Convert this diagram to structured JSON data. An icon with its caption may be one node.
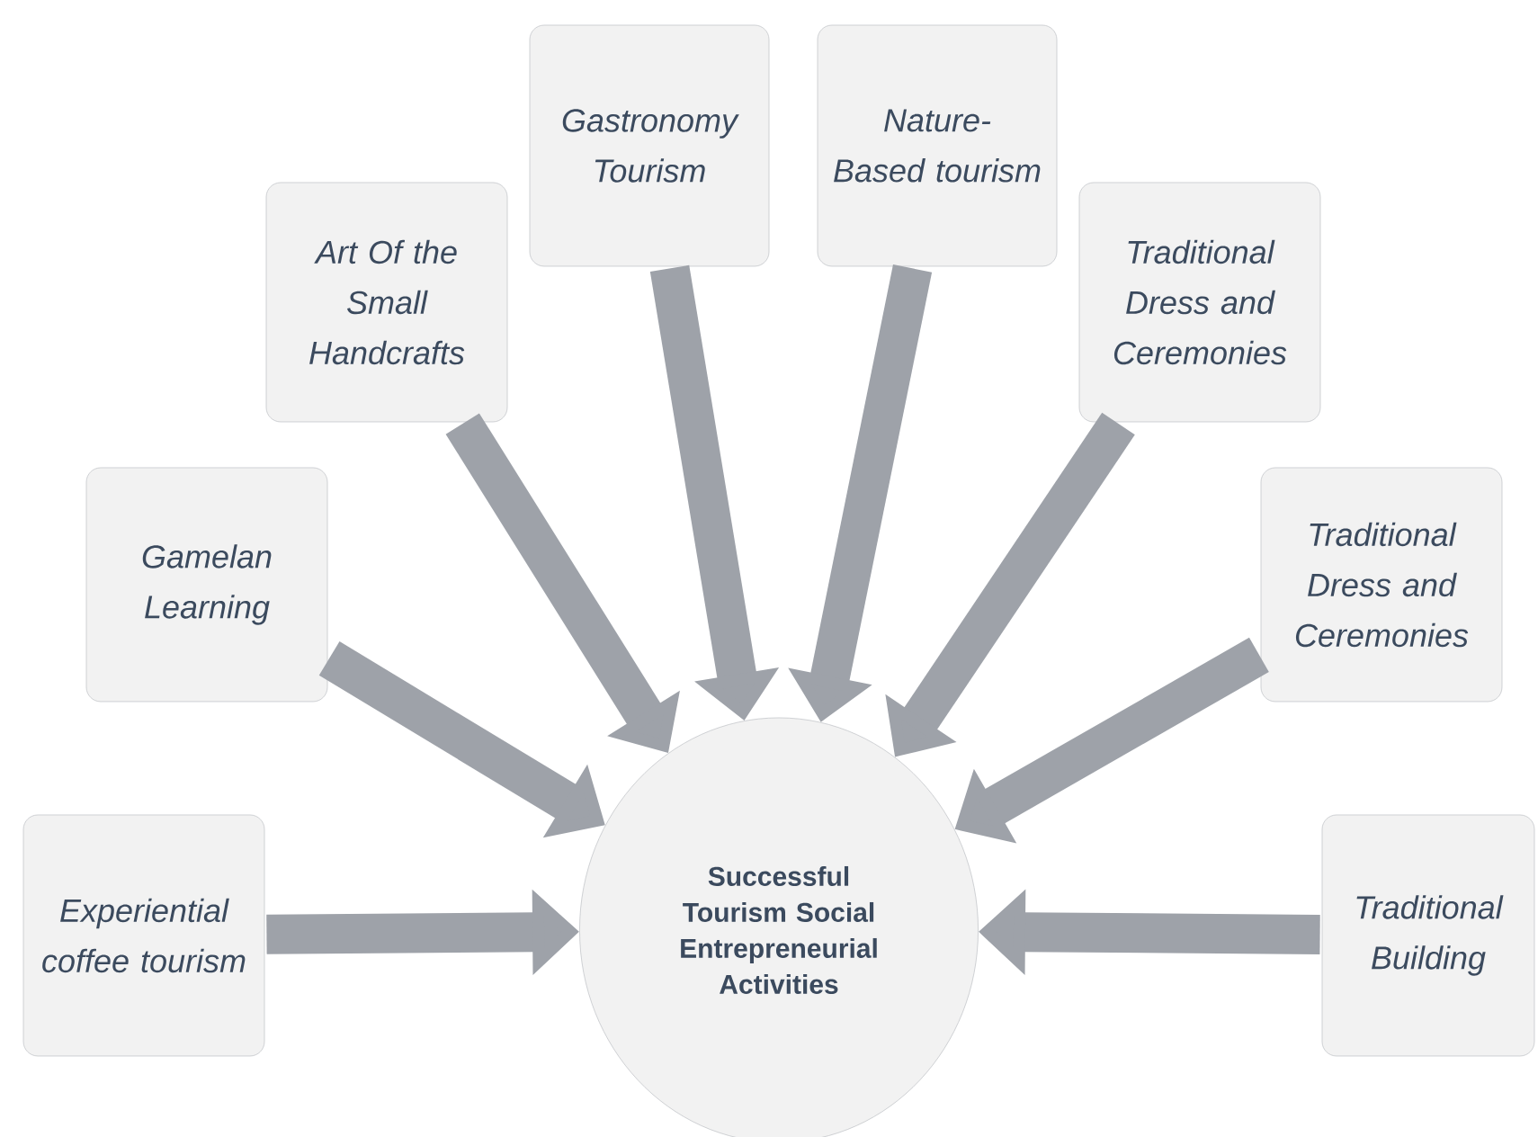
{
  "diagram": {
    "nodes": [
      {
        "text": [
          "Successful Tourism Social Entrepreneurial Activities"
        ]
      },
      {
        "text": [
          "Experiential coffee tourism"
        ]
      },
      {
        "text": [
          "Gamelan Learning"
        ]
      },
      {
        "text": [
          "Art Of the Small Handcrafts"
        ]
      },
      {
        "text": [
          "Gastronomy Tourism"
        ]
      },
      {
        "text": [
          "Nature- Based tourism"
        ]
      },
      {
        "text": [
          "Traditional Dress and Ceremonies"
        ]
      },
      {
        "text": [
          "Traditional Dress and Ceremonies"
        ]
      },
      {
        "text": [
          "Traditional Building"
        ]
      }
    ],
    "edges": [
      {
        "from": 1,
        "to": 0,
        "arrow": "to"
      },
      {
        "from": 2,
        "to": 0,
        "arrow": "to"
      },
      {
        "from": 3,
        "to": 0,
        "arrow": "to"
      },
      {
        "from": 4,
        "to": 0,
        "arrow": "to"
      },
      {
        "from": 5,
        "to": 0,
        "arrow": "to"
      },
      {
        "from": 6,
        "to": 0,
        "arrow": "to"
      },
      {
        "from": 7,
        "to": 0,
        "arrow": "to"
      },
      {
        "from": 8,
        "to": 0,
        "arrow": "to"
      }
    ]
  }
}
